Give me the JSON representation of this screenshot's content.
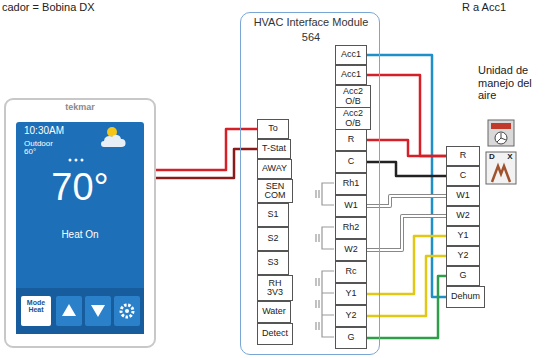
{
  "diagram": {
    "nodes": [
      {
        "text": [
          "tekmar",
          "10:30AM",
          "Outdoor 60°",
          "70°",
          "Heat On",
          "Mode Heat"
        ]
      },
      {
        "text": [
          "HVAC Interface Module",
          "564"
        ]
      },
      {
        "text": [
          "To"
        ],
        "in": 1
      },
      {
        "text": [
          "T-Stat"
        ],
        "in": 1
      },
      {
        "text": [
          "AWAY"
        ],
        "in": 1
      },
      {
        "text": [
          "SEN COM"
        ],
        "in": 1
      },
      {
        "text": [
          "S1"
        ],
        "in": 1
      },
      {
        "text": [
          "S2"
        ],
        "in": 1
      },
      {
        "text": [
          "S3"
        ],
        "in": 1
      },
      {
        "text": [
          "RH 3V3"
        ],
        "in": 1
      },
      {
        "text": [
          "Water"
        ],
        "in": 1
      },
      {
        "text": [
          "Detect"
        ],
        "in": 1
      },
      {
        "text": [
          "Acc1"
        ],
        "in": 1
      },
      {
        "text": [
          "Acc1"
        ],
        "in": 1
      },
      {
        "text": [
          "Acc2 O/B"
        ],
        "in": 1
      },
      {
        "text": [
          "Acc2 O/B"
        ],
        "in": 1
      },
      {
        "text": [
          "R"
        ],
        "in": 1
      },
      {
        "text": [
          "C"
        ],
        "in": 1
      },
      {
        "text": [
          "Rh1"
        ],
        "in": 1
      },
      {
        "text": [
          "W1"
        ],
        "in": 1
      },
      {
        "text": [
          "Rh2"
        ],
        "in": 1
      },
      {
        "text": [
          "W2"
        ],
        "in": 1
      },
      {
        "text": [
          "Rc"
        ],
        "in": 1
      },
      {
        "text": [
          "Y1"
        ],
        "in": 1
      },
      {
        "text": [
          "Y2"
        ],
        "in": 1
      },
      {
        "text": [
          "G"
        ],
        "in": 1
      },
      {
        "text": [
          "R"
        ]
      },
      {
        "text": [
          "C"
        ]
      },
      {
        "text": [
          "W1"
        ]
      },
      {
        "text": [
          "W2"
        ]
      },
      {
        "text": [
          "Y1"
        ]
      },
      {
        "text": [
          "Y2"
        ]
      },
      {
        "text": [
          "G"
        ]
      },
      {
        "text": [
          "Dehum"
        ]
      }
    ],
    "edges": [
      {
        "from": 0,
        "to": 2,
        "arrow": "none"
      },
      {
        "from": 0,
        "to": 3,
        "arrow": "none"
      },
      {
        "from": 12,
        "to": 33,
        "arrow": "none"
      },
      {
        "from": 13,
        "to": 26,
        "arrow": "none"
      },
      {
        "from": 16,
        "to": 26,
        "arrow": "none"
      },
      {
        "from": 17,
        "to": 27,
        "arrow": "none"
      },
      {
        "from": 19,
        "to": 28,
        "arrow": "none"
      },
      {
        "from": 21,
        "to": 29,
        "arrow": "none"
      },
      {
        "from": 23,
        "to": 30,
        "arrow": "none"
      },
      {
        "from": 24,
        "to": 31,
        "arrow": "none"
      },
      {
        "from": 25,
        "to": 32,
        "arrow": "none"
      }
    ],
    "labels": [
      "cador = Bobina DX",
      "R a Acc1",
      "Unidad de manejo del aire",
      "D",
      "X"
    ]
  }
}
